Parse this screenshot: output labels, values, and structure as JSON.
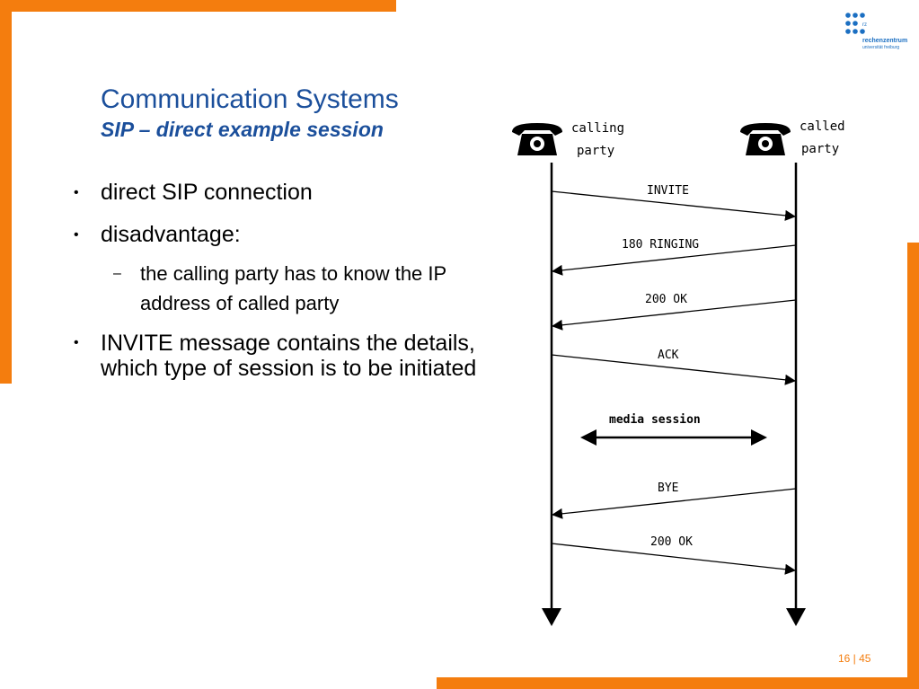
{
  "slide": {
    "title": "Communication Systems",
    "subtitle": "SIP – direct example session",
    "bullets": {
      "b1": "direct SIP connection",
      "b2": "disadvantage:",
      "b2_sub": "the calling party has to know the IP address of called party",
      "b3": "INVITE message contains the details, which type of session is to be initiated"
    },
    "bullet_glyph": "•",
    "dash_glyph": "–"
  },
  "logo": {
    "line1": "rechenzentrum",
    "line2": "universität freiburg",
    "tag": "rz"
  },
  "diagram": {
    "calling_party": [
      "calling",
      "party"
    ],
    "called_party": [
      "called",
      "party"
    ],
    "messages": [
      "INVITE",
      "180 RINGING",
      "200 OK",
      "ACK",
      "media session",
      "BYE",
      "200 OK"
    ]
  },
  "footer": {
    "page": "16 | 45"
  },
  "colors": {
    "accent": "#f47d0e",
    "title": "#1b4f9b",
    "logo": "#1b6fc2"
  }
}
